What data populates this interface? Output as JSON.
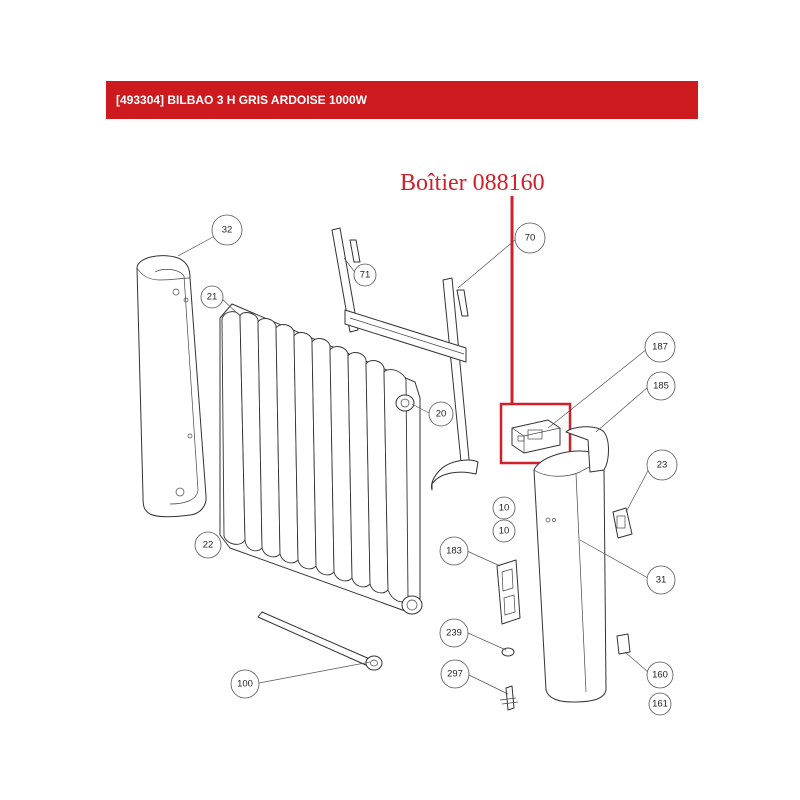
{
  "header": {
    "title": "[493304] BILBAO 3 H GRIS ARDOISE 1000W",
    "background_color": "#cc1a1f",
    "text_color": "#ffffff"
  },
  "highlight": {
    "label": "Boîtier 088160",
    "color": "#d0202a"
  },
  "callouts": {
    "c32": "32",
    "c21": "21",
    "c71": "71",
    "c70": "70",
    "c20": "20",
    "c187": "187",
    "c185": "185",
    "c23": "23",
    "c22": "22",
    "c10a": "10",
    "c10b": "10",
    "c183": "183",
    "c31": "31",
    "c239": "239",
    "c100": "100",
    "c297": "297",
    "c160": "160",
    "c161": "161"
  }
}
